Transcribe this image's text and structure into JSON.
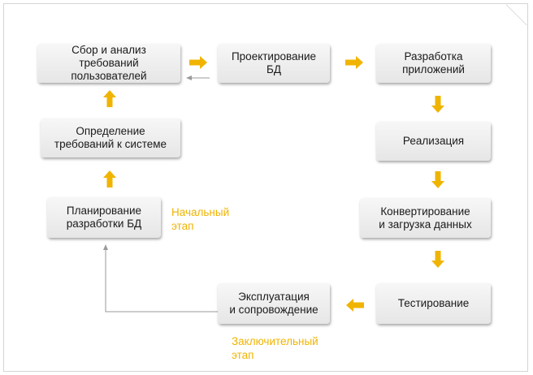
{
  "diagram": {
    "accent_color": "#f0b400",
    "box_color": "#ececec",
    "nodes": {
      "requirements_analysis": "Сбор и анализ\nтребований\nпользователей",
      "db_design": "Проектирование\nБД",
      "app_development": "Разработка\nприложений",
      "system_requirements": "Определение\nтребований к системе",
      "implementation": "Реализация",
      "db_planning": "Планирование\nразработки БД",
      "data_conversion": "Конвертирование\nи загрузка данных",
      "operation": "Эксплуатация\nи сопровождение",
      "testing": "Тестирование"
    },
    "labels": {
      "initial_stage": "Начальный\nэтап",
      "final_stage": "Заключительный\nэтап"
    }
  }
}
